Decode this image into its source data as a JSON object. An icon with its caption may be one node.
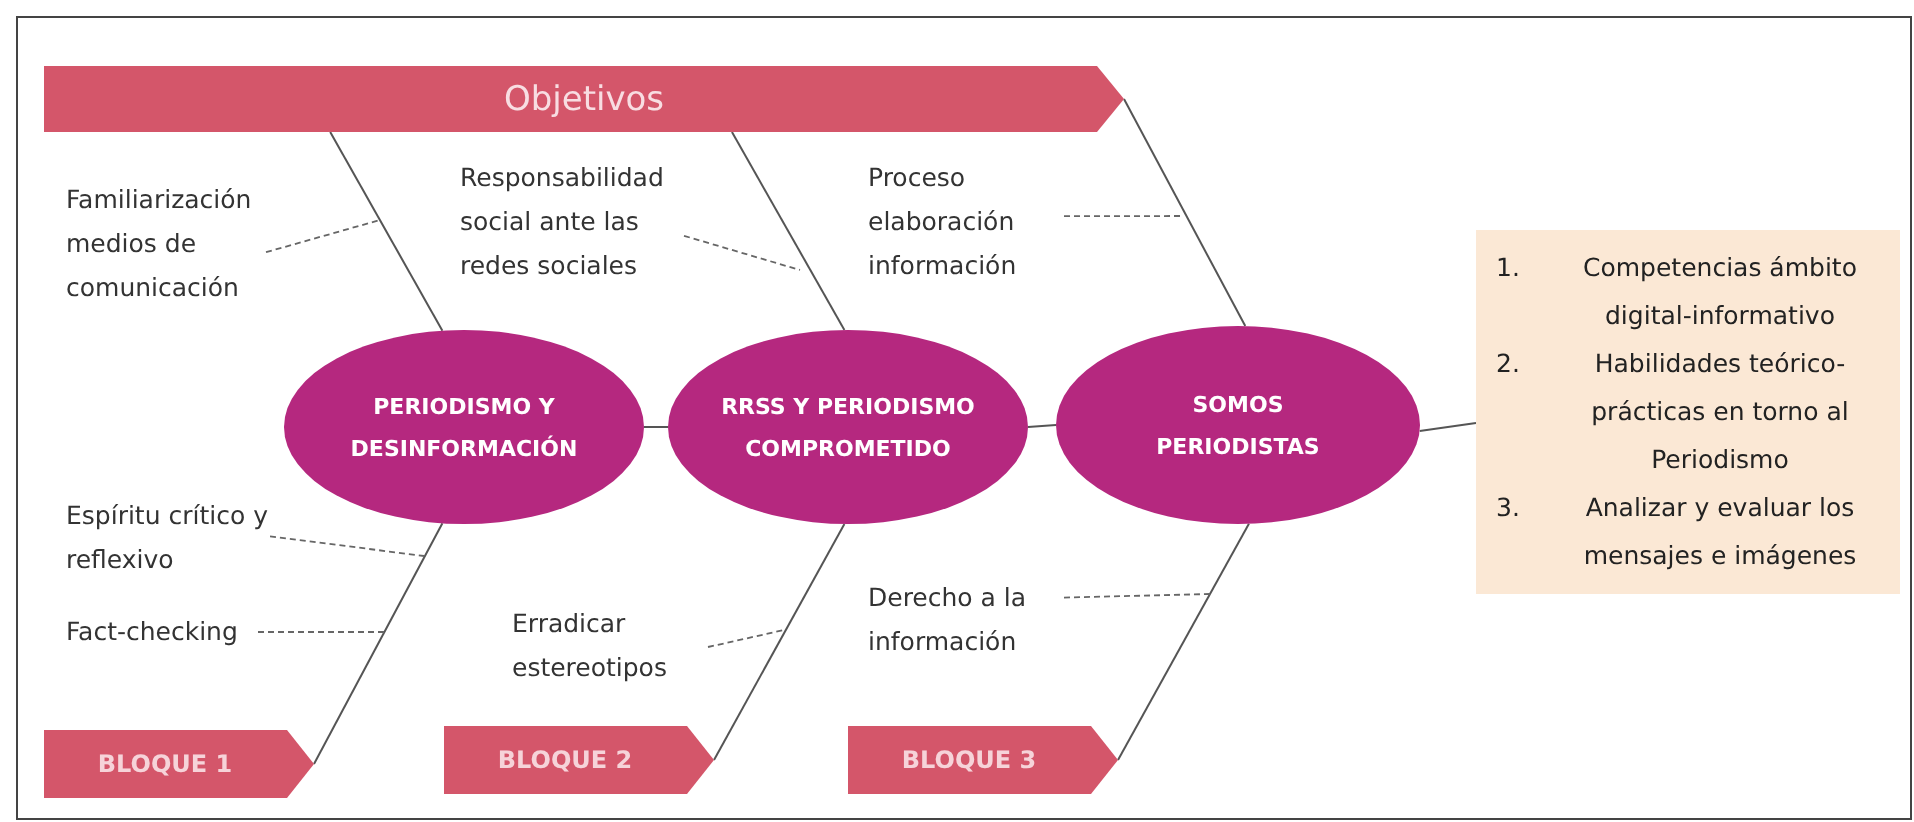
{
  "diagram": {
    "nodes": [
      {
        "text": [
          "Objetivos"
        ]
      },
      {
        "text": [
          "Familiarización medios de comunicación"
        ]
      },
      {
        "text": [
          "Responsabilidad social ante las redes sociales"
        ]
      },
      {
        "text": [
          "Proceso elaboración información"
        ]
      },
      {
        "text": [
          "PERIODISMO Y DESINFORMACIÓN"
        ]
      },
      {
        "text": [
          "RRSS Y PERIODISMO COMPROMETIDO"
        ]
      },
      {
        "text": [
          "SOMOS PERIODISTAS"
        ]
      },
      {
        "text": [
          "1.",
          "Competencias ámbito digital-informativo",
          "2.",
          "Habilidades teórico-prácticas en torno al Periodismo",
          "3.",
          "Analizar y evaluar los mensajes e imágenes"
        ]
      },
      {
        "text": [
          "Espíritu crítico y reflexivo"
        ]
      },
      {
        "text": [
          "Fact-checking"
        ]
      },
      {
        "text": [
          "Erradicar estereotipos"
        ]
      },
      {
        "text": [
          "Derecho a la información"
        ]
      },
      {
        "text": [
          "BLOQUE 1"
        ]
      },
      {
        "text": [
          "BLOQUE 2"
        ]
      },
      {
        "text": [
          "BLOQUE 3"
        ]
      }
    ],
    "edges": [
      {
        "from": 0,
        "to": 4,
        "arrow": "none"
      },
      {
        "from": 0,
        "to": 5,
        "arrow": "none"
      },
      {
        "from": 0,
        "to": 6,
        "arrow": "none"
      },
      {
        "from": 4,
        "to": 12,
        "arrow": "none"
      },
      {
        "from": 5,
        "to": 13,
        "arrow": "none"
      },
      {
        "from": 6,
        "to": 14,
        "arrow": "none"
      },
      {
        "from": 4,
        "to": 5,
        "arrow": "none"
      },
      {
        "from": 5,
        "to": 6,
        "arrow": "none"
      },
      {
        "from": 6,
        "to": 7,
        "arrow": "none"
      },
      {
        "from": 1,
        "to": null,
        "arrow": "none",
        "style": "dashed"
      },
      {
        "from": 2,
        "to": null,
        "arrow": "none",
        "style": "dashed"
      },
      {
        "from": 3,
        "to": null,
        "arrow": "none",
        "style": "dashed"
      },
      {
        "from": 8,
        "to": null,
        "arrow": "none",
        "style": "dashed"
      },
      {
        "from": 9,
        "to": null,
        "arrow": "none",
        "style": "dashed"
      },
      {
        "from": 10,
        "to": null,
        "arrow": "none",
        "style": "dashed"
      },
      {
        "from": 11,
        "to": null,
        "arrow": "none",
        "style": "dashed"
      }
    ]
  }
}
